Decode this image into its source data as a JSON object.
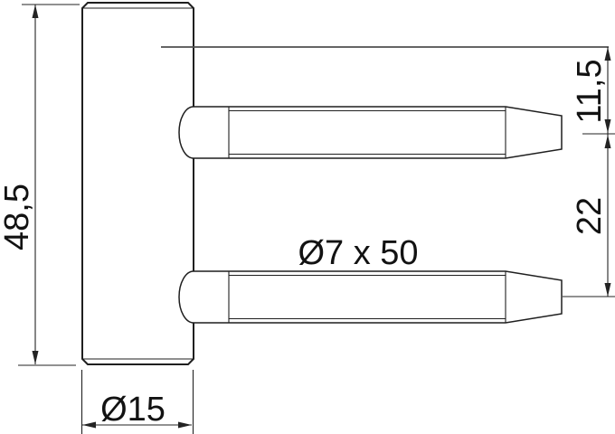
{
  "drawing": {
    "type": "technical-drawing",
    "colors": {
      "background": "#ffffff",
      "line": "#1f1f1f",
      "dimension": "#232323",
      "reference_line": "#4f4f4f"
    },
    "labels": {
      "overall_height": "48,5",
      "top_pin_offset": "11,5",
      "pin_spacing": "22",
      "pin_spec": "Ø7 x 50",
      "body_diameter": "Ø15"
    }
  }
}
